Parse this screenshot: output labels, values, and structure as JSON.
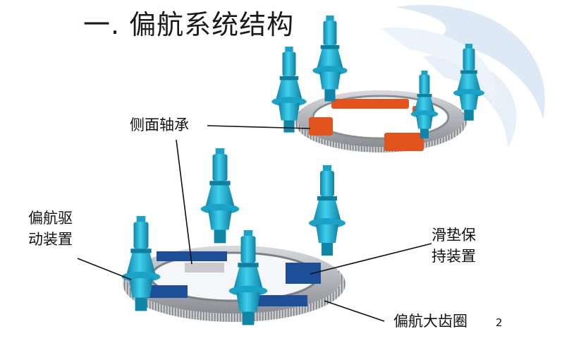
{
  "slide": {
    "title": "一. 偏航系统结构",
    "page_number": "2"
  },
  "labels": {
    "side_bearing": "侧面轴承",
    "yaw_drive_line1": "偏航驱",
    "yaw_drive_line2": "动装置",
    "slide_pad_line1": "滑垫保",
    "slide_pad_line2": "持装置",
    "yaw_gear_ring": "偏航大齿圈"
  },
  "colors": {
    "motor": "#22b8d8",
    "motor_dark": "#0f7fa0",
    "ring": "#b9bcc0",
    "ring_dark": "#7d8186",
    "bearing": "#e2541e",
    "pad": "#1d4f99",
    "swirl": "#cfe0f2"
  },
  "icons": [
    "swirl-decoration"
  ]
}
